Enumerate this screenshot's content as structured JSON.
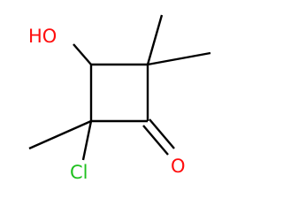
{
  "molecule": {
    "atoms": {
      "hydroxyl": {
        "text": "HO",
        "color": "#ff0d0d"
      },
      "chlorine": {
        "text": "Cl",
        "color": "#1fc01f"
      },
      "carbonyl_oxygen": {
        "text": "O",
        "color": "#ff0d0d"
      }
    },
    "bond_color": "#000000",
    "background": "#ffffff"
  }
}
